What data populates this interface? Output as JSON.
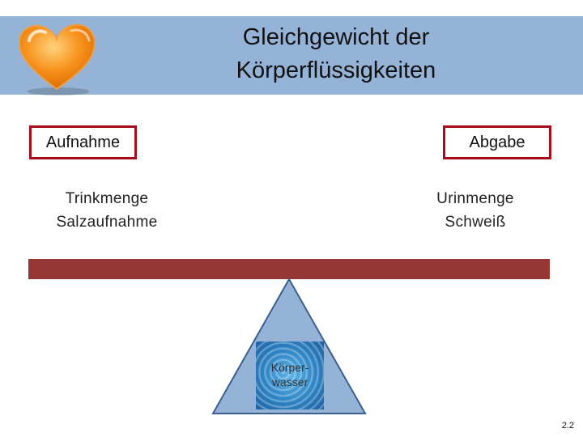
{
  "slide": {
    "title_lines": [
      "Gleichgewicht der",
      "Körperflüssigkeiten"
    ],
    "intake": {
      "label": "Aufnahme",
      "items": [
        "Trinkmenge",
        "Salzaufnahme"
      ]
    },
    "output": {
      "label": "Abgabe",
      "items": [
        "Urinmenge",
        "Schweiß"
      ]
    },
    "fulcrum_label_lines": [
      "Körper-",
      "wasser"
    ],
    "page_number": "2.2",
    "icon": "heart-icon"
  },
  "colors": {
    "header_band": "#95b3d7",
    "beam": "#953735",
    "box_border": "#a50b18",
    "fulcrum": "#95b3d7",
    "heart": "#f7931e"
  }
}
